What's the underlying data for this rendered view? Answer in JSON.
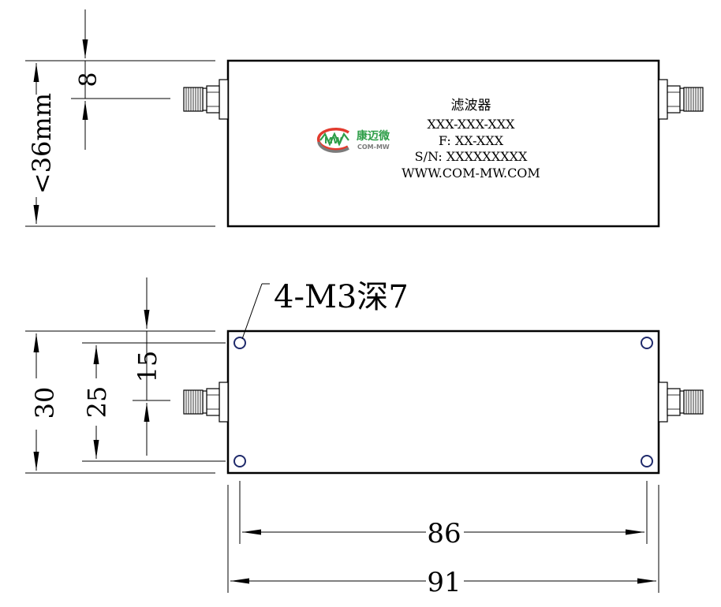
{
  "label": {
    "line1": "滤波器",
    "line2": "XXX-XXX-XXX",
    "line3": "F: XX-XXX",
    "line4": "S/N: XXXXXXXXX",
    "line5": "WWW.COM-MW.COM"
  },
  "logo": {
    "cn_name": "康迈微",
    "en_name": "COM-MW",
    "mark_text": "MW",
    "color_red": "#e23b2e",
    "color_gray": "#7b7b7b",
    "color_green": "#2e9e48"
  },
  "dimensions": {
    "top_height": "<36mm",
    "connector_offset": "8",
    "bottom_height": "30",
    "hole_spacing_vertical": "25",
    "connector_offset_bottom": "15",
    "hole_spacing_horizontal": "86",
    "total_length": "91"
  },
  "callout": {
    "holes": "4-M3深7"
  },
  "colors": {
    "hole_outline": "#1f2a6b",
    "line": "#000000"
  }
}
